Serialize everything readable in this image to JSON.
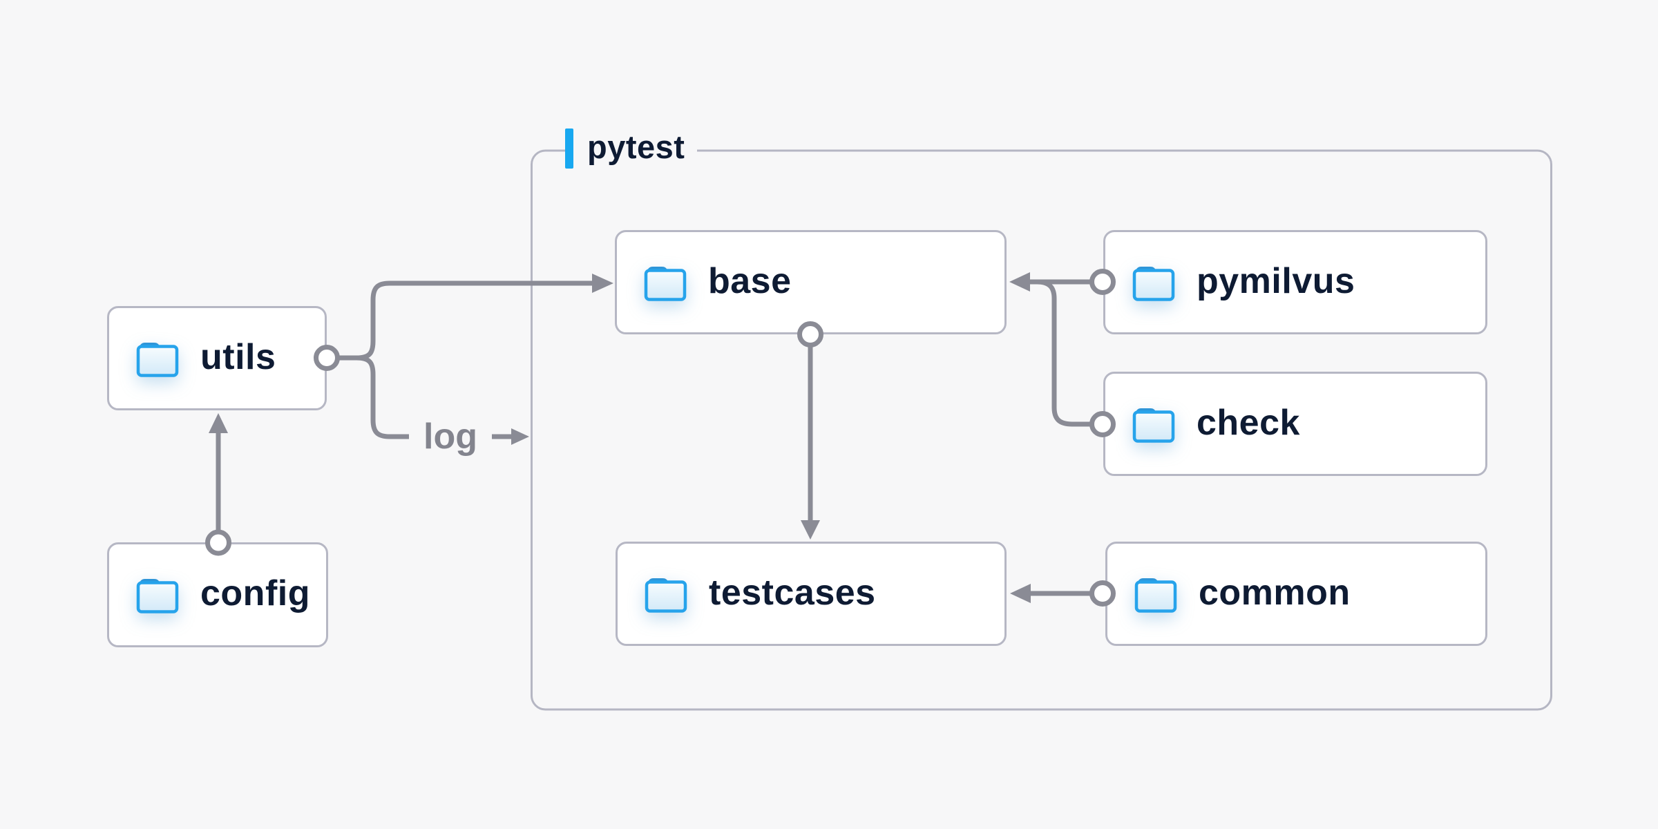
{
  "diagram": {
    "background": "#f7f7f8",
    "container": {
      "label": "pytest",
      "accent_color": "#18a8f0"
    },
    "nodes": [
      {
        "id": "utils",
        "label": "utils"
      },
      {
        "id": "config",
        "label": "config"
      },
      {
        "id": "base",
        "label": "base"
      },
      {
        "id": "pymilvus",
        "label": "pymilvus"
      },
      {
        "id": "check",
        "label": "check"
      },
      {
        "id": "testcases",
        "label": "testcases"
      },
      {
        "id": "common",
        "label": "common"
      }
    ],
    "edges": [
      {
        "from": "utils",
        "to": "base",
        "label": ""
      },
      {
        "from": "utils",
        "to": "pytest",
        "label": "log"
      },
      {
        "from": "config",
        "to": "utils",
        "label": ""
      },
      {
        "from": "pymilvus",
        "to": "base",
        "label": ""
      },
      {
        "from": "check",
        "to": "base",
        "label": ""
      },
      {
        "from": "base",
        "to": "testcases",
        "label": ""
      },
      {
        "from": "common",
        "to": "testcases",
        "label": ""
      }
    ],
    "colors": {
      "node_text": "#0e1b33",
      "edge_line": "#8a8b95",
      "node_border": "#b6b7c4",
      "container_border": "#b5b6c3",
      "edge_label": "#83848e",
      "folder_stroke": "#26a3eb",
      "folder_tab": "#2e95d8",
      "folder_fill_top": "#f7fcfe",
      "folder_fill_bottom": "#d2e9f8"
    }
  }
}
